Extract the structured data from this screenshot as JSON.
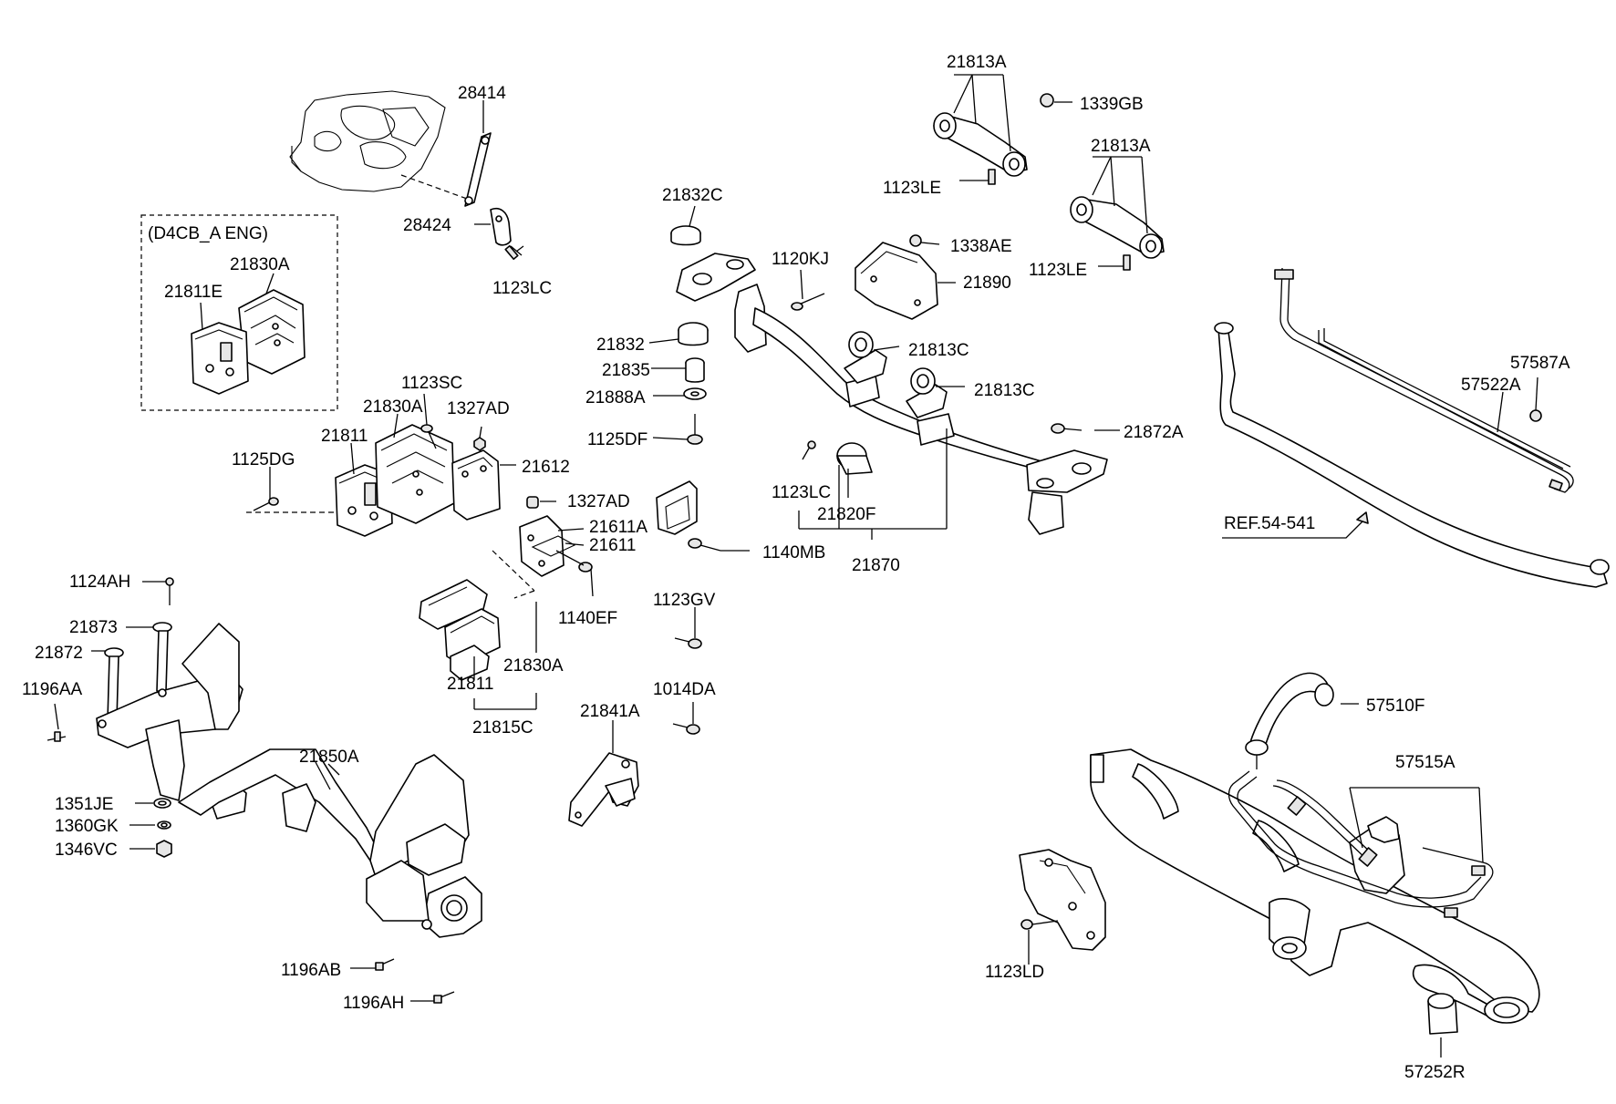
{
  "labels": {
    "l_28414": "28414",
    "l_28424": "28424",
    "l_1123LC_a": "1123LC",
    "l_d4cb": "(D4CB_A ENG)",
    "l_21830A_a": "21830A",
    "l_21811E": "21811E",
    "l_1123SC": "1123SC",
    "l_21830A_b": "21830A",
    "l_1327AD_a": "1327AD",
    "l_21811_a": "21811",
    "l_21612": "21612",
    "l_1125DG": "1125DG",
    "l_1327AD_b": "1327AD",
    "l_21611A": "21611A",
    "l_21611": "21611",
    "l_1140EF": "1140EF",
    "l_1124AH": "1124AH",
    "l_21873": "21873",
    "l_21872_a": "21872",
    "l_1196AA": "1196AA",
    "l_21830A_c": "21830A",
    "l_21811_b": "21811",
    "l_21815C": "21815C",
    "l_21850A": "21850A",
    "l_1351JE": "1351JE",
    "l_1360GK": "1360GK",
    "l_1346VC": "1346VC",
    "l_1196AB": "1196AB",
    "l_1196AH": "1196AH",
    "l_21841A": "21841A",
    "l_1123GV": "1123GV",
    "l_1014DA": "1014DA",
    "l_1140MB": "1140MB",
    "l_21832C": "21832C",
    "l_21832": "21832",
    "l_21835": "21835",
    "l_21888A": "21888A",
    "l_1125DF": "1125DF",
    "l_1120KJ": "1120KJ",
    "l_21813A_a": "21813A",
    "l_1339GB": "1339GB",
    "l_1123LE_a": "1123LE",
    "l_21813A_b": "21813A",
    "l_1338AE": "1338AE",
    "l_1123LE_b": "1123LE",
    "l_21890": "21890",
    "l_21813C_a": "21813C",
    "l_21813C_b": "21813C",
    "l_21872A": "21872A",
    "l_1123LC_b": "1123LC",
    "l_21820F": "21820F",
    "l_21870": "21870",
    "l_57587A": "57587A",
    "l_57522A": "57522A",
    "l_ref": "REF.54-541",
    "l_57510F": "57510F",
    "l_57515A": "57515A",
    "l_1123LD": "1123LD",
    "l_57252R": "57252R"
  },
  "icons": {
    "bolt": "bolt-icon",
    "nut": "nut-icon",
    "washer": "washer-icon"
  }
}
